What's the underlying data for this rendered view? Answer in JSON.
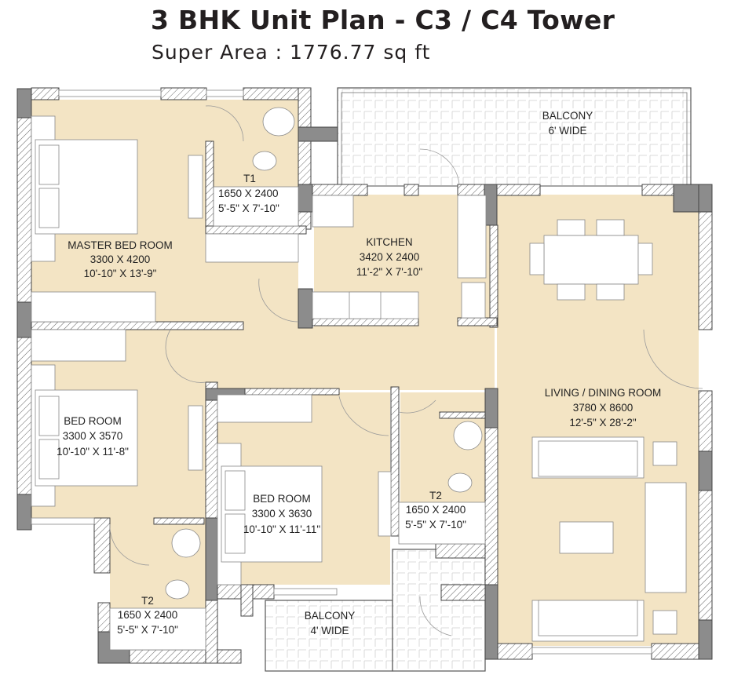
{
  "header": {
    "title": "3 BHK Unit Plan - C3 / C4 Tower",
    "subtitle": "Super Area : 1776.77 sq ft"
  },
  "colors": {
    "floor": "#f3e4c4",
    "wall_solid": "#8c8c8c",
    "wall_hatch_bg": "#ffffff",
    "furniture": "#ffffff",
    "line": "#555555",
    "text": "#231f20"
  },
  "rooms": {
    "master_bed": {
      "name": "MASTER BED ROOM",
      "metric": "3300 X 4200",
      "imperial": "10'-10\" X 13'-9\""
    },
    "t1": {
      "name": "T1",
      "metric": "1650 X 2400",
      "imperial": "5'-5\" X 7'-10\""
    },
    "balcony_6": {
      "name": "BALCONY",
      "width": "6' WIDE"
    },
    "kitchen": {
      "name": "KITCHEN",
      "metric": "3420 X 2400",
      "imperial": "11'-2\" X 7'-10\""
    },
    "living_dining": {
      "name": "LIVING / DINING ROOM",
      "metric": "3780 X 8600",
      "imperial": "12'-5\" X 28'-2\""
    },
    "bed_room_1": {
      "name": "BED ROOM",
      "metric": "3300 X 3570",
      "imperial": "10'-10\" X 11'-8\""
    },
    "bed_room_2": {
      "name": "BED ROOM",
      "metric": "3300 X 3630",
      "imperial": "10'-10\" X 11'-11\""
    },
    "t2_right": {
      "name": "T2",
      "metric": "1650 X 2400",
      "imperial": "5'-5\" X 7'-10\""
    },
    "t2_left": {
      "name": "T2",
      "metric": "1650 X 2400",
      "imperial": "5'-5\" X 7'-10\""
    },
    "balcony_4": {
      "name": "BALCONY",
      "width": "4' WIDE"
    }
  }
}
